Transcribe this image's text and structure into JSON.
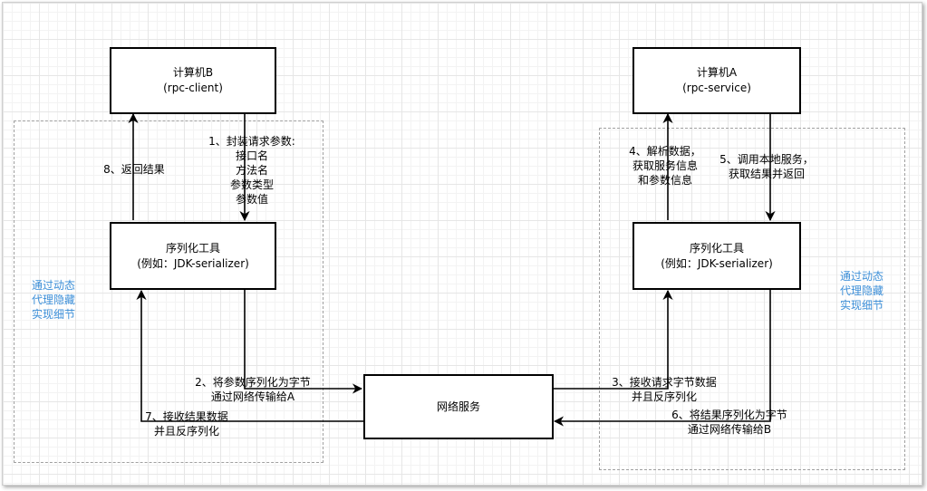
{
  "computer_b": {
    "title": "计算机B",
    "subtitle": "(rpc-client)"
  },
  "computer_a": {
    "title": "计算机A",
    "subtitle": "(rpc-service)"
  },
  "serializer_left": {
    "title": "序列化工具",
    "subtitle": "(例如：JDK-serializer)"
  },
  "serializer_right": {
    "title": "序列化工具",
    "subtitle": "(例如：JDK-serializer)"
  },
  "network": {
    "title": "网络服务"
  },
  "notes": {
    "left": [
      "通过动态",
      "代理隐藏",
      "实现细节"
    ],
    "right": [
      "通过动态",
      "代理隐藏",
      "实现细节"
    ]
  },
  "steps": {
    "s1": [
      "1、封装请求参数:",
      "接口名",
      "方法名",
      "参数类型",
      "参数值"
    ],
    "s2": [
      "2、将参数序列化为字节",
      "通过网络传输给A"
    ],
    "s3": [
      "3、接收请求字节数据",
      "并且反序列化"
    ],
    "s4": [
      "4、解析数据，",
      "获取服务信息",
      "和参数信息"
    ],
    "s5": [
      "5、调用本地服务，",
      "获取结果并返回"
    ],
    "s6": [
      "6、将结果序列化为字节",
      "通过网络传输给B"
    ],
    "s7": [
      "7、接收结果数据",
      "并且反序列化"
    ],
    "s8": [
      "8、返回结果"
    ]
  },
  "colors": {
    "note_text": "#3d8fd8",
    "dashed_border": "#a0a0a0",
    "grid": "#e6e6e6",
    "stroke": "#000000"
  }
}
